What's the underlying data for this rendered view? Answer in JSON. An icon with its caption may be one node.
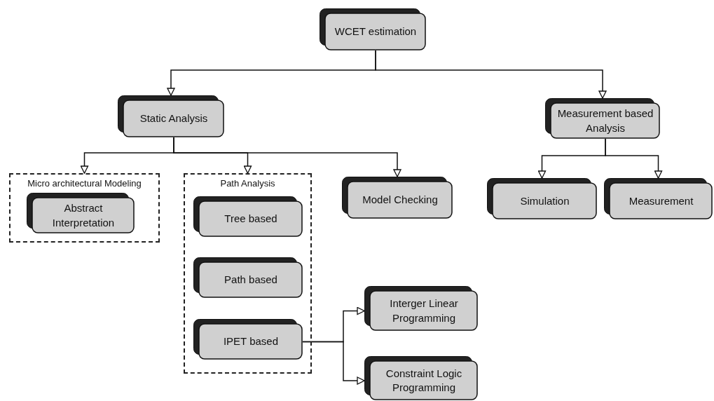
{
  "diagram": {
    "nodes": [
      {
        "text": [
          "WCET estimation"
        ]
      },
      {
        "text": [
          "Static Analysis"
        ]
      },
      {
        "text": [
          "Measurement based Analysis"
        ]
      },
      {
        "text": [
          "Micro architectural Modeling"
        ]
      },
      {
        "text": [
          "Abstract Interpretation"
        ],
        "in": 3
      },
      {
        "text": [
          "Path Analysis"
        ]
      },
      {
        "text": [
          "Tree based"
        ],
        "in": 5
      },
      {
        "text": [
          "Path based"
        ],
        "in": 5
      },
      {
        "text": [
          "IPET based"
        ],
        "in": 5
      },
      {
        "text": [
          "Model Checking"
        ]
      },
      {
        "text": [
          "Simulation"
        ]
      },
      {
        "text": [
          "Measurement"
        ]
      },
      {
        "text": [
          "Interger Linear Programming"
        ]
      },
      {
        "text": [
          "Constraint Logic Programming"
        ]
      }
    ],
    "edges": [
      {
        "from": 0,
        "to": 1,
        "arrow": "to"
      },
      {
        "from": 0,
        "to": 2,
        "arrow": "to"
      },
      {
        "from": 1,
        "to": 3,
        "arrow": "to"
      },
      {
        "from": 1,
        "to": 5,
        "arrow": "to"
      },
      {
        "from": 1,
        "to": 9,
        "arrow": "to"
      },
      {
        "from": 2,
        "to": 10,
        "arrow": "to"
      },
      {
        "from": 2,
        "to": 11,
        "arrow": "to"
      },
      {
        "from": 8,
        "to": 12,
        "arrow": "to"
      },
      {
        "from": 8,
        "to": 13,
        "arrow": "to"
      }
    ]
  }
}
